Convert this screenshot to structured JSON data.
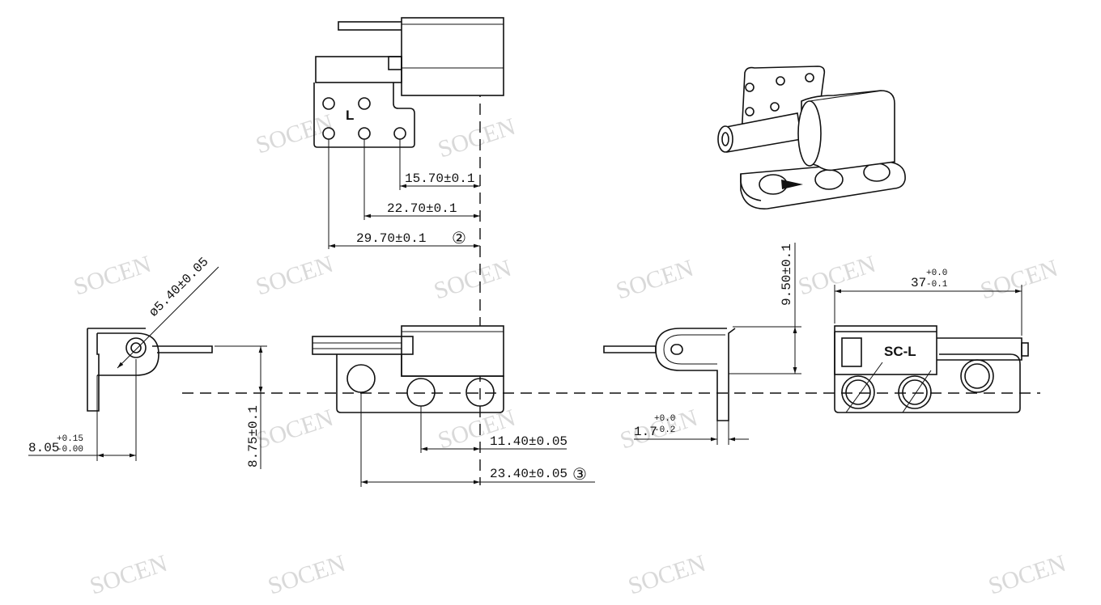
{
  "watermark": "SOCEN",
  "top_view": {
    "hand_mark": "L",
    "dims": {
      "d1": "15.70±0.1",
      "d2": "22.70±0.1",
      "d3": "29.70±0.1",
      "d3_ref": "②"
    }
  },
  "side_view_left": {
    "diameter": "ø5.40±0.05",
    "offset_main": "8.05",
    "offset_tol_upper": "+0.15",
    "offset_tol_lower": "-0.00",
    "height": "8.75±0.1"
  },
  "front_view": {
    "dims": {
      "d1": "11.40±0.05",
      "d2": "23.40±0.05",
      "d2_ref": "③"
    }
  },
  "side_view_right": {
    "thickness_main": "1.7",
    "thickness_tol_upper": "+0.0",
    "thickness_tol_lower": "-0.2",
    "height": "9.50±0.1"
  },
  "rear_view": {
    "label": "SC-L",
    "length_main": "37",
    "length_tol_upper": "+0.0",
    "length_tol_lower": "-0.1"
  }
}
